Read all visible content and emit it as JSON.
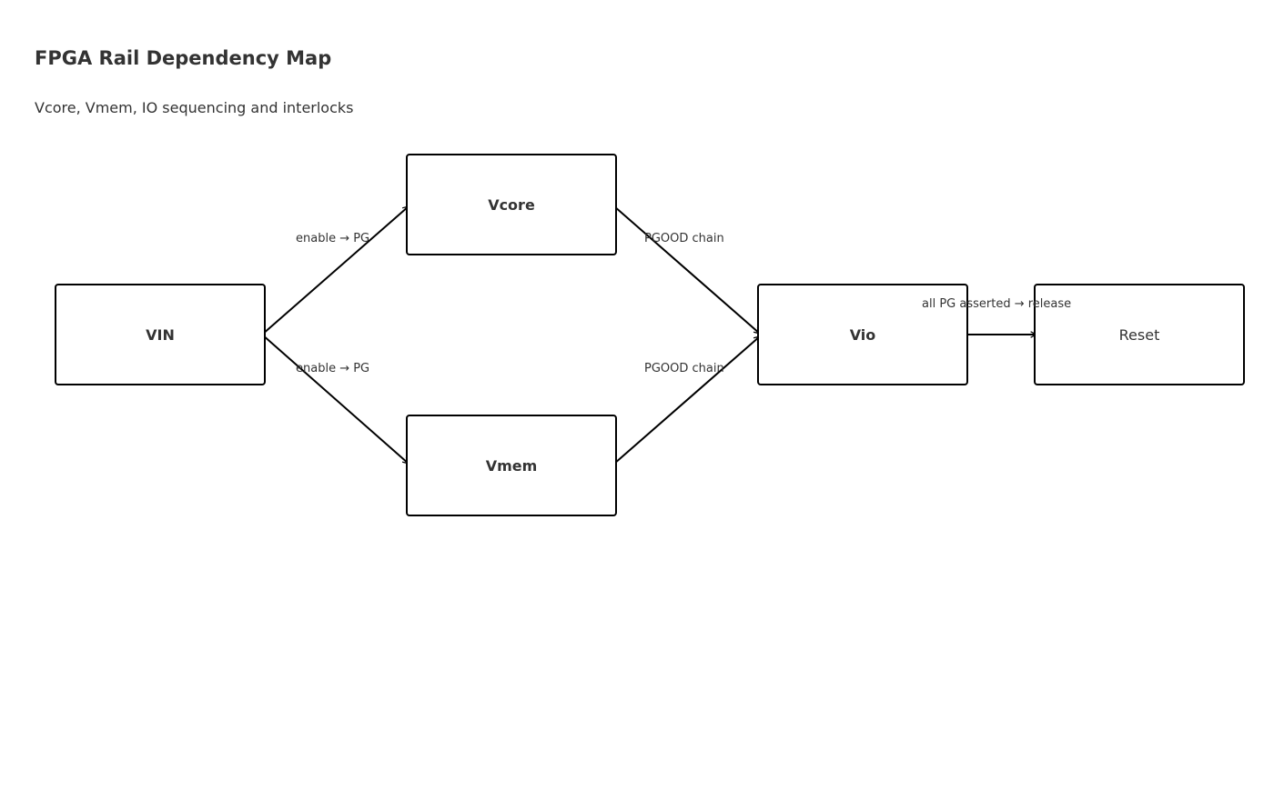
{
  "title": "FPGA Rail Dependency Map",
  "subtitle": "Vcore, Vmem, IO sequencing and interlocks",
  "nodes": {
    "vin": "VIN",
    "vcore": "Vcore",
    "vmem": "Vmem",
    "vio": "Vio",
    "reset": "Reset"
  },
  "edges": {
    "vin_vcore": "enable → PG",
    "vin_vmem": "enable → PG",
    "vcore_vio": "PGOOD chain",
    "vmem_vio": "PGOOD chain",
    "vio_reset": "all PG asserted → release"
  },
  "colors": {
    "stroke": "#000000",
    "text": "#333333"
  }
}
